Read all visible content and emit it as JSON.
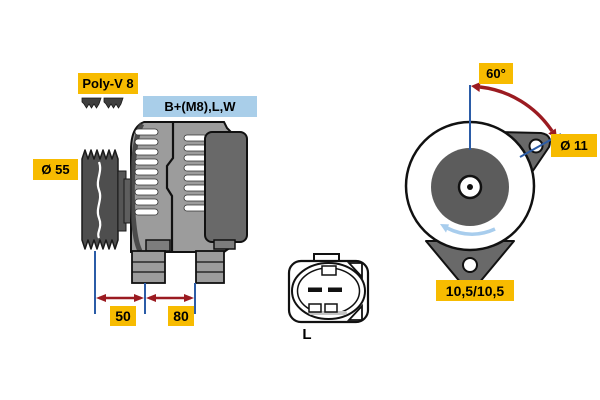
{
  "colors": {
    "label_yellow": "#F7BB00",
    "label_blue": "#A9CEE9",
    "dimension_red": "#9B1B21",
    "dimension_blue": "#2B5CA7",
    "rotation_arrow_blue": "#A8CDED",
    "body_gray": "#9C9C9C",
    "housing_dark_gray": "#696969",
    "pulley_gray": "#4E4E4E",
    "outline_black": "#111111"
  },
  "labels": {
    "belt_type": "Poly-V 8",
    "terminals": "B+(M8),L,W",
    "pulley_diameter": "Ø 55",
    "dim_pulley_to_foot": "50",
    "dim_foot_spacing": "80",
    "mounting_angle": "60°",
    "mounting_hole_diameter": "Ø 11",
    "mounting_hole_sizes": "10,5/10,5",
    "connector_terminal": "L"
  }
}
